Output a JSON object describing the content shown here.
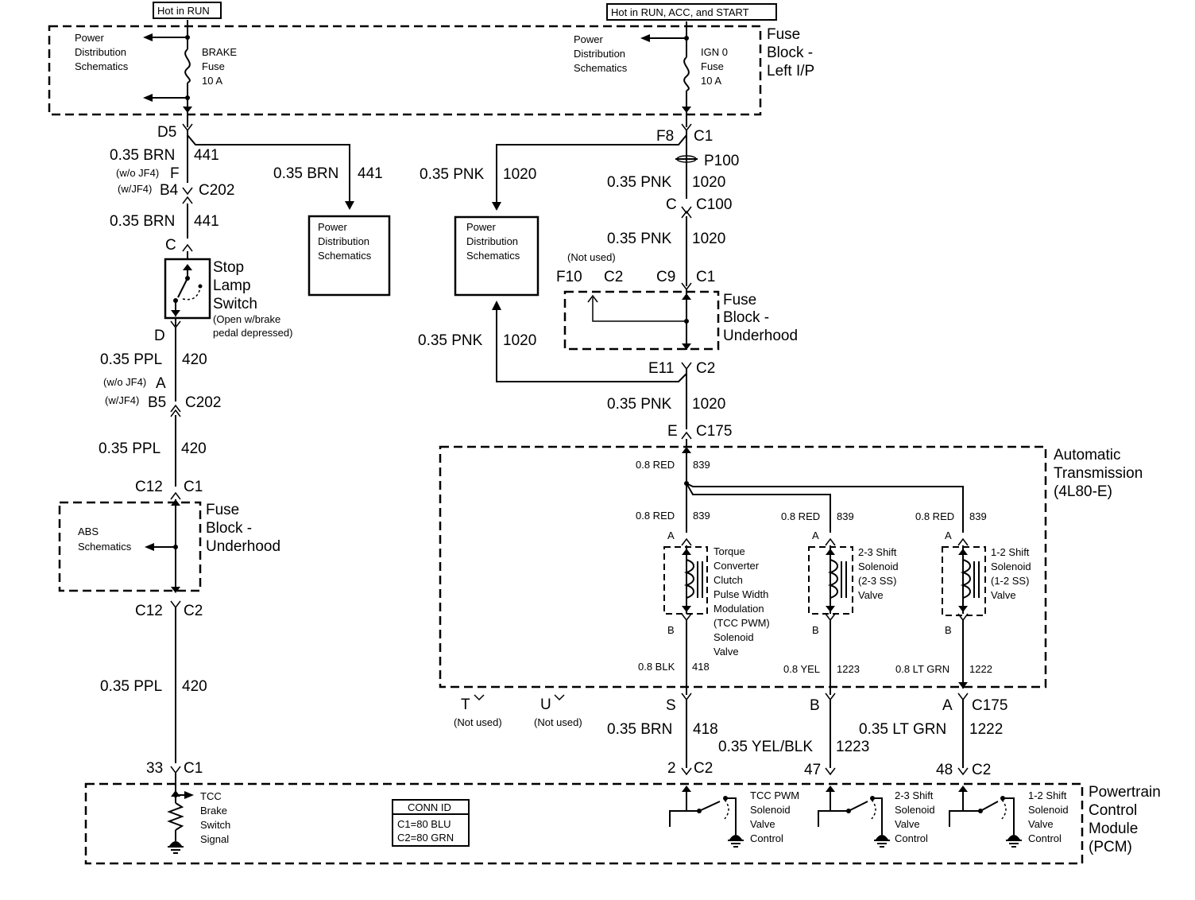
{
  "hot_run": "Hot in RUN",
  "hot_run_acc_start": "Hot in RUN, ACC, and START",
  "fuse_block_ip": [
    "Fuse",
    "Block -",
    "Left I/P"
  ],
  "pds_lines": [
    "Power",
    "Distribution",
    "Schematics"
  ],
  "brake_fuse": [
    "BRAKE",
    "Fuse",
    "10 A"
  ],
  "ign0_fuse": [
    "IGN 0",
    "Fuse",
    "10 A"
  ],
  "left": {
    "d5": "D5",
    "brn": "0.35 BRN",
    "c441": "441",
    "wo_jf4": "(w/o JF4)",
    "w_jf4": "(w/JF4)",
    "pin_f": "F",
    "pin_b4": "B4",
    "c202": "C202",
    "pin_c": "C",
    "stop_lamp_switch": [
      "Stop",
      "Lamp",
      "Switch"
    ],
    "switch_note": [
      "(Open w/brake",
      "pedal depressed)"
    ],
    "pin_d": "D",
    "ppl": "0.35 PPL",
    "c420": "420",
    "pin_a": "A",
    "pin_b5": "B5",
    "c12": "C12",
    "c1": "C1",
    "c2": "C2",
    "abs": [
      "ABS",
      "Schematics"
    ],
    "fuse_block_uh": [
      "Fuse",
      "Block -",
      "Underhood"
    ],
    "pin_33": "33"
  },
  "right": {
    "f8": "F8",
    "c1": "C1",
    "p100": "P100",
    "pnk": "0.35 PNK",
    "c1020": "1020",
    "pin_c": "C",
    "c100": "C100",
    "not_used": "(Not used)",
    "f10": "F10",
    "c2": "C2",
    "c9": "C9",
    "fuse_block_uh": [
      "Fuse",
      "Block -",
      "Underhood"
    ],
    "e11": "E11",
    "pin_e": "E",
    "c175": "C175"
  },
  "trans": {
    "title": [
      "Automatic",
      "Transmission",
      "(4L80-E)"
    ],
    "red": "0.8 RED",
    "c839": "839",
    "pin_a": "A",
    "pin_b": "B",
    "tcc": [
      "Torque",
      "Converter",
      "Clutch",
      "Pulse Width",
      "Modulation",
      "(TCC PWM)",
      "Solenoid",
      "Valve"
    ],
    "ss23": [
      "2-3 Shift",
      "Solenoid",
      "(2-3 SS)",
      "Valve"
    ],
    "ss12": [
      "1-2 Shift",
      "Solenoid",
      "(1-2 SS)",
      "Valve"
    ],
    "blk": "0.8 BLK",
    "c418": "418",
    "yel": "0.8 YEL",
    "c1223": "1223",
    "ltgrn": "0.8 LT GRN",
    "c1222": "1222"
  },
  "bottom": {
    "t": "T",
    "u": "U",
    "not_used": "(Not used)",
    "s": "S",
    "b": "B",
    "a": "A",
    "c175": "C175",
    "brn": "0.35 BRN",
    "c418": "418",
    "yelblk": "0.35 YEL/BLK",
    "c1223": "1223",
    "ltgrn": "0.35 LT GRN",
    "c1222": "1222",
    "p2": "2",
    "p47": "47",
    "p48": "48",
    "c2": "C2"
  },
  "pcm": {
    "title": [
      "Powertrain",
      "Control",
      "Module",
      "(PCM)"
    ],
    "tcc_brake": [
      "TCC",
      "Brake",
      "Switch",
      "Signal"
    ],
    "conn_id": "CONN ID",
    "c1_conn": "C1=80 BLU",
    "c2_conn": "C2=80 GRN",
    "tcc_pwm": [
      "TCC PWM",
      "Solenoid",
      "Valve",
      "Control"
    ],
    "ss23": [
      "2-3 Shift",
      "Solenoid",
      "Valve",
      "Control"
    ],
    "ss12": [
      "1-2 Shift",
      "Solenoid",
      "Valve",
      "Control"
    ]
  }
}
